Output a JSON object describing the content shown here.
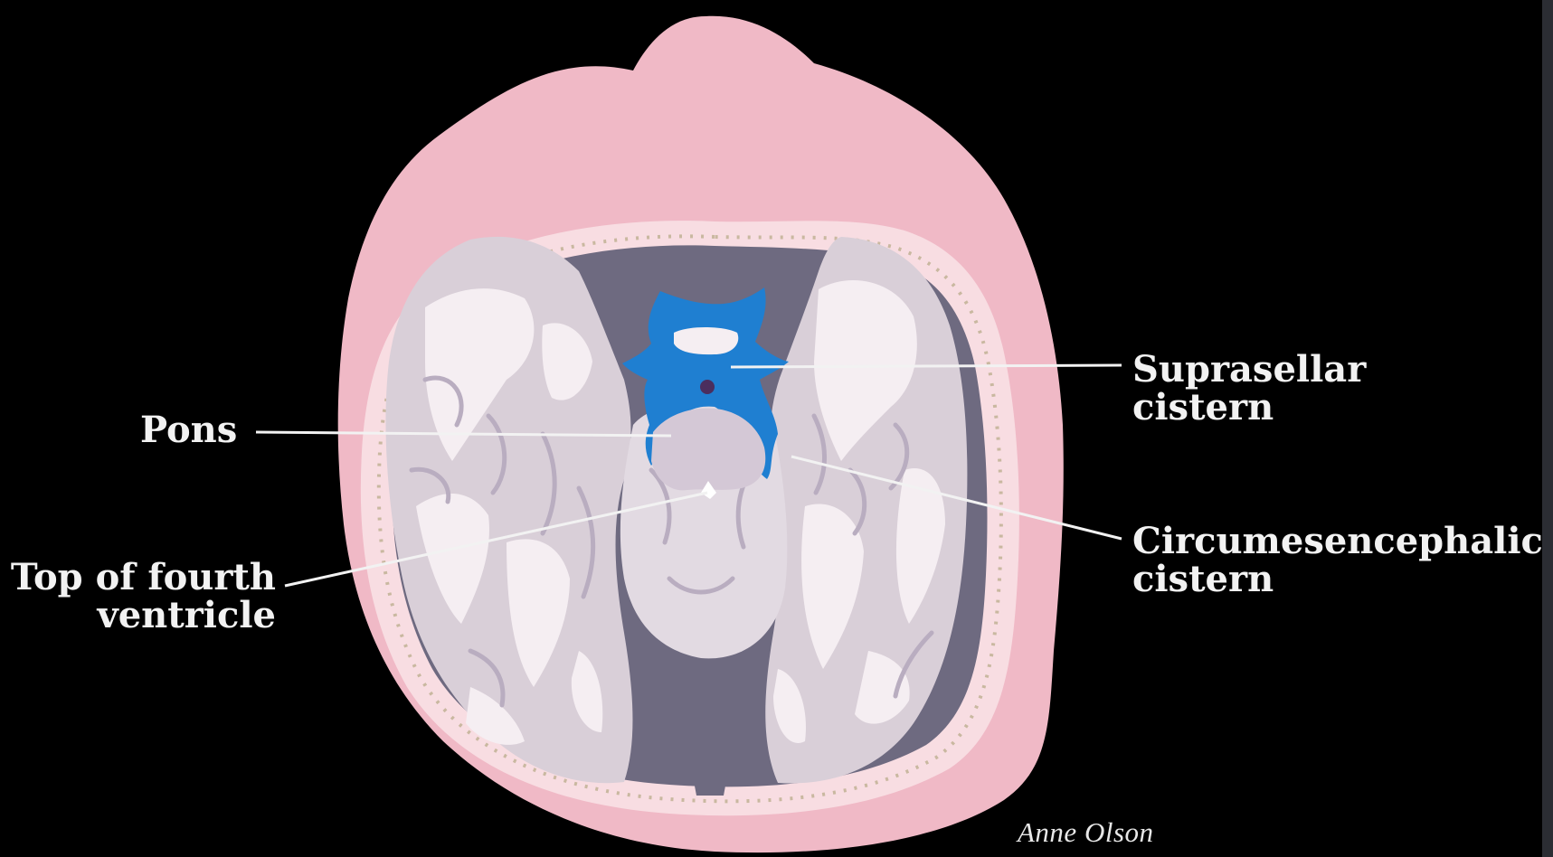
{
  "labels": {
    "pons": "Pons",
    "fourth_ventricle": [
      "Top of fourth",
      "ventricle"
    ],
    "suprasellar": [
      "Suprasellar",
      "cistern"
    ],
    "circumesencephalic": [
      "Circumesencephalic",
      "cistern"
    ]
  },
  "artist": "Anne Olson",
  "colors": {
    "background": "#000000",
    "scalp": "#f0b9c6",
    "skull": "#f8dde2",
    "brain": "#d9cfd8",
    "white_matter": "#f5eef2",
    "cistern": "#1f7fd1",
    "sulcus_dark": "#77738a"
  }
}
